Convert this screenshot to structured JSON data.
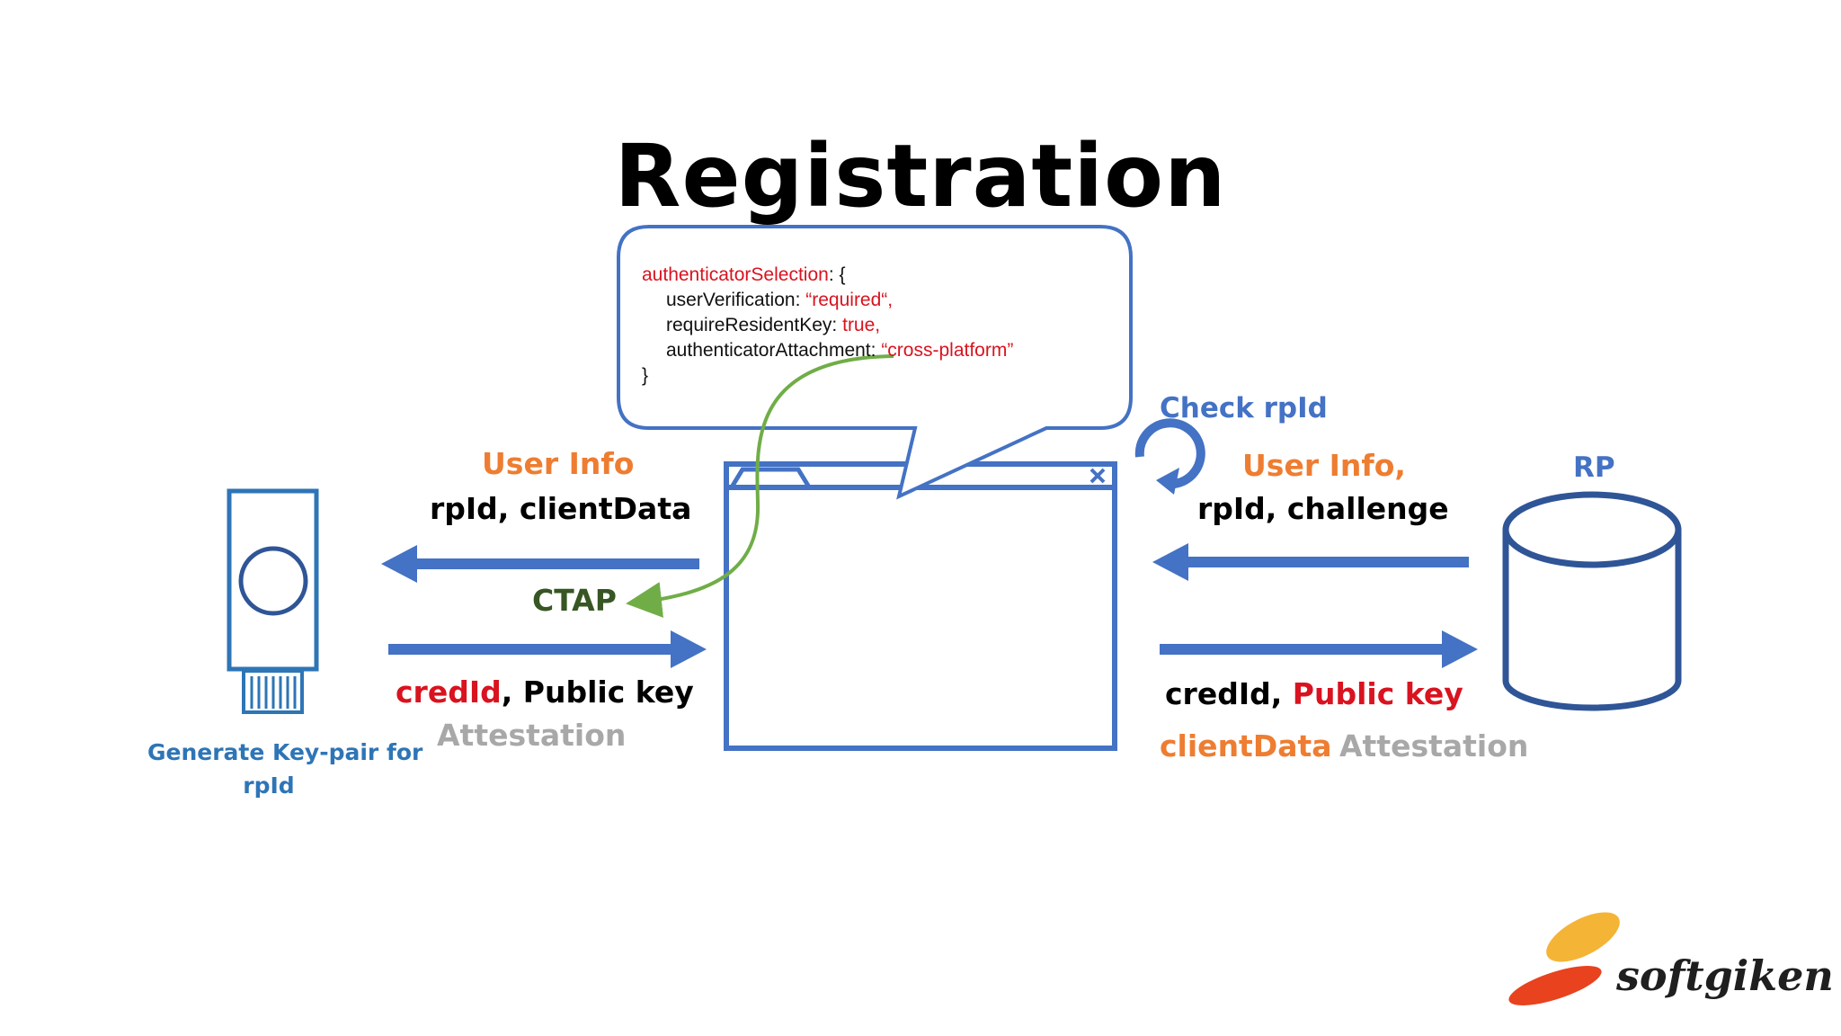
{
  "title": "Registration",
  "code": {
    "line1_key": "authenticatorSelection",
    "line1_rest": ": {",
    "line2_key": "userVerification: ",
    "line2_val": "“required“,",
    "line3_key": "requireResidentKey: ",
    "line3_val": "true,",
    "line4_key": "authenticatorAttachment: ",
    "line4_val": "“cross-platform”",
    "line5": "}"
  },
  "left": {
    "user_info": "User Info",
    "rpid_clientdata": "rpId, clientData",
    "ctap": "CTAP",
    "credid": "credId",
    "comma": ", ",
    "public_key": "Public key",
    "attestation": "Attestation"
  },
  "right": {
    "check_rpid": "Check rpId",
    "user_info": "User Info",
    "user_info_comma": ",",
    "rpid_challenge": "rpId, challenge",
    "rp": "RP",
    "credid": "credId",
    "comma": ", ",
    "public_key": "Public key",
    "clientdata": "clientData",
    "attestation": "Attestation"
  },
  "authenticator": {
    "caption_line1": "Generate Key-pair for",
    "caption_line2": "rpId"
  },
  "logo": {
    "text": "softgiken"
  },
  "colors": {
    "blue": "#4472c4",
    "dark_blue": "#2f5597",
    "orange": "#ee7d31",
    "red": "#d9131f",
    "green": "#70ad47",
    "dark_green": "#375623",
    "gray": "#a8a8a8"
  }
}
